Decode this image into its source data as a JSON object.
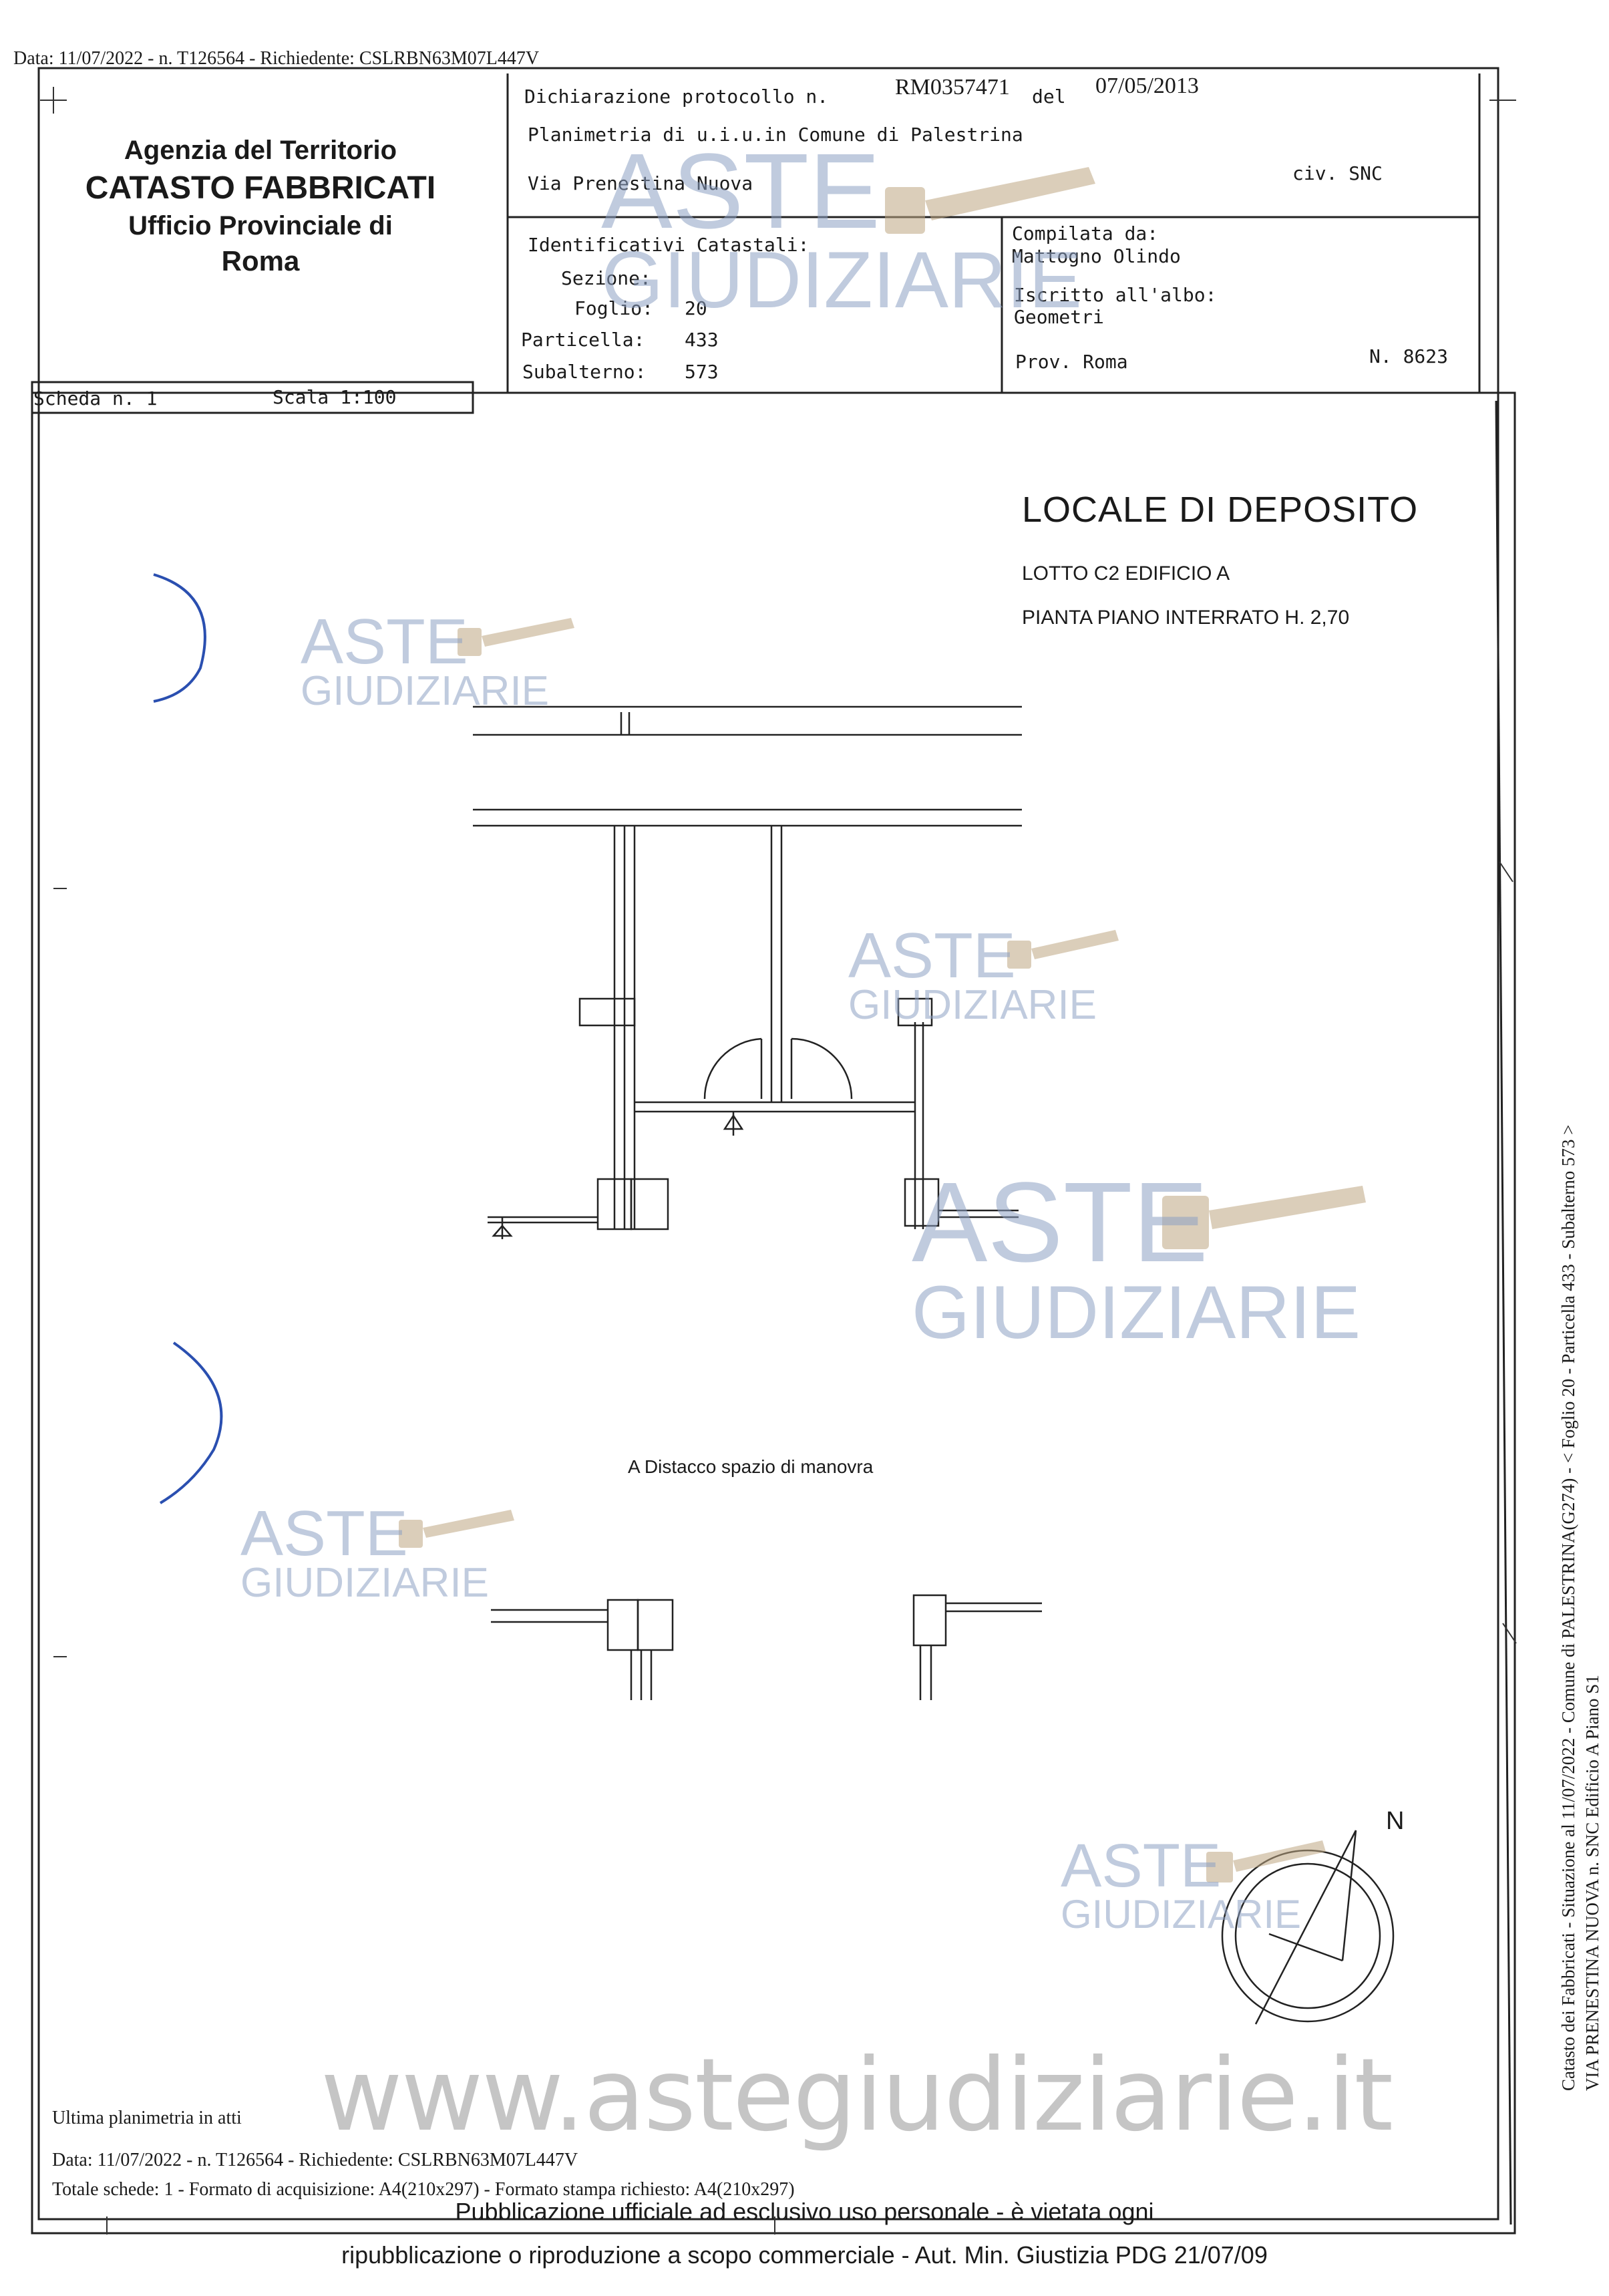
{
  "stamp": {
    "top": "Data: 11/07/2022 - n. T126564 - Richiedente: CSLRBN63M07L447V"
  },
  "agency": {
    "line1": "Agenzia del Territorio",
    "line2": "CATASTO FABBRICATI",
    "line3": "Ufficio Provinciale di",
    "line4": "Roma"
  },
  "header": {
    "dichiarazione_label": "Dichiarazione protocollo n.",
    "protocol_number": "RM0357471",
    "del_label": "del",
    "protocol_date": "07/05/2013",
    "planimetria": "Planimetria di u.i.u.in Comune di Palestrina",
    "via": "Via Prenestina Nuova",
    "civ": "civ. SNC"
  },
  "identificativi": {
    "title": "Identificativi Catastali:",
    "sezione_label": "Sezione:",
    "sezione_value": "",
    "foglio_label": "Foglio:",
    "foglio_value": "20",
    "particella_label": "Particella:",
    "particella_value": "433",
    "subalterno_label": "Subalterno:",
    "subalterno_value": "573"
  },
  "compilata": {
    "label": "Compilata da:",
    "name": "Mattogno Olindo",
    "iscritto_label": "Iscritto all'albo:",
    "albo": "Geometri",
    "prov": "Prov. Roma",
    "numero": "N. 8623"
  },
  "scheda": {
    "scheda_label": "Scheda n. 1",
    "scala_label": "Scala 1:100"
  },
  "plan": {
    "title": "LOCALE DI DEPOSITO",
    "lotto": "LOTTO C2 EDIFICIO A",
    "pianta": "PIANTA PIANO INTERRATO H. 2,70",
    "distacco": "A Distacco spazio di manovra",
    "north": "N"
  },
  "side_text": {
    "line1": "Catasto dei Fabbricati - Situazione al 11/07/2022 - Comune di PALESTRINA(G274) - < Foglio 20 - Particella 433 - Subalterno 573 >",
    "line2": "VIA PRENESTINA NUOVA n. SNC Edificio A Piano S1"
  },
  "bottom": {
    "ultima": "Ultima planimetria in atti",
    "data": "Data: 11/07/2022 - n. T126564 - Richiedente: CSLRBN63M07L447V",
    "totale": "Totale schede: 1 - Formato di acquisizione: A4(210x297) - Formato stampa richiesto: A4(210x297)"
  },
  "footer": {
    "line1": "Pubblicazione ufficiale ad esclusivo uso personale - è vietata ogni",
    "line2": "ripubblicazione o riproduzione a scopo commerciale - Aut. Min. Giustizia PDG 21/07/09"
  },
  "watermark": {
    "aste": "ASTE",
    "giudiziarie": "GIUDIZIARIE",
    "site": "www.astegiudiziarie.it"
  }
}
